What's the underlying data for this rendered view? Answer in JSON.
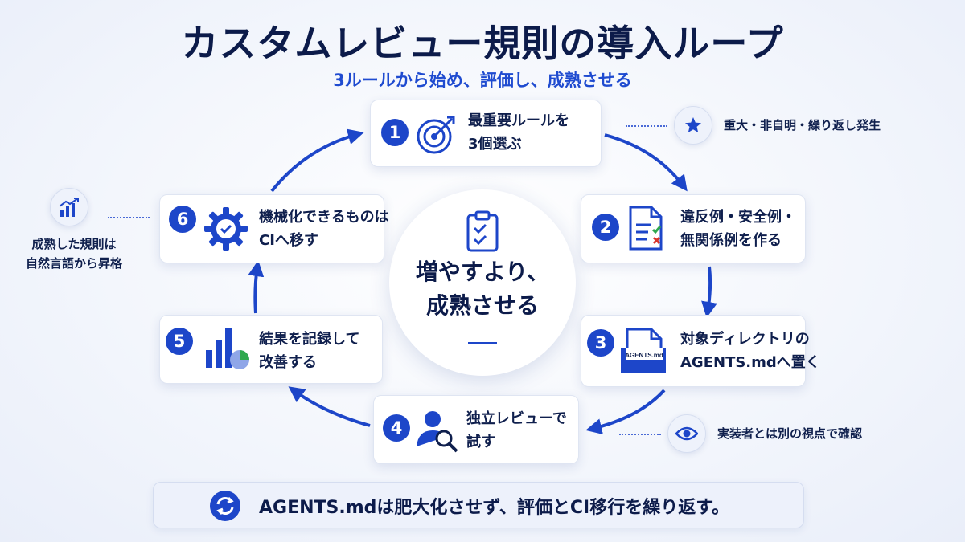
{
  "title": "カスタムレビュー規則の導入ループ",
  "subtitle": "3ルールから始め、評価し、成熟させる",
  "center": {
    "text": "増やすより、\n成熟させる",
    "icon": "clipboard-check-icon"
  },
  "steps": [
    {
      "num": "1",
      "label": "最重要ルールを\n3個選ぶ",
      "icon": "target-arrow-icon"
    },
    {
      "num": "2",
      "label": "違反例・安全例・\n無関係例を作る",
      "icon": "document-check-icon"
    },
    {
      "num": "3",
      "label": "対象ディレクトリの\nAGENTS.mdへ置く",
      "icon": "file-folder-icon",
      "file_label": "AGENTS.md"
    },
    {
      "num": "4",
      "label": "独立レビューで\n試す",
      "icon": "user-search-icon"
    },
    {
      "num": "5",
      "label": "結果を記録して\n改善する",
      "icon": "bar-pie-chart-icon"
    },
    {
      "num": "6",
      "label": "機械化できるものは\nCIへ移す",
      "icon": "gear-check-icon"
    }
  ],
  "notes": [
    {
      "text": "重大・非自明・繰り返し発生",
      "icon": "star-icon"
    },
    {
      "text": "実装者とは別の視点で確認",
      "icon": "eye-icon"
    },
    {
      "text": "成熟した規則は\n自然言語から昇格",
      "icon": "growth-chart-icon"
    }
  ],
  "footer": {
    "text": "AGENTS.mdは肥大化させず、評価とCI移行を繰り返す。",
    "icon": "refresh-cycle-icon"
  },
  "colors": {
    "accent": "#1d46c9",
    "text": "#0f1f4d",
    "green": "#2fa84f",
    "red": "#d9342b"
  }
}
